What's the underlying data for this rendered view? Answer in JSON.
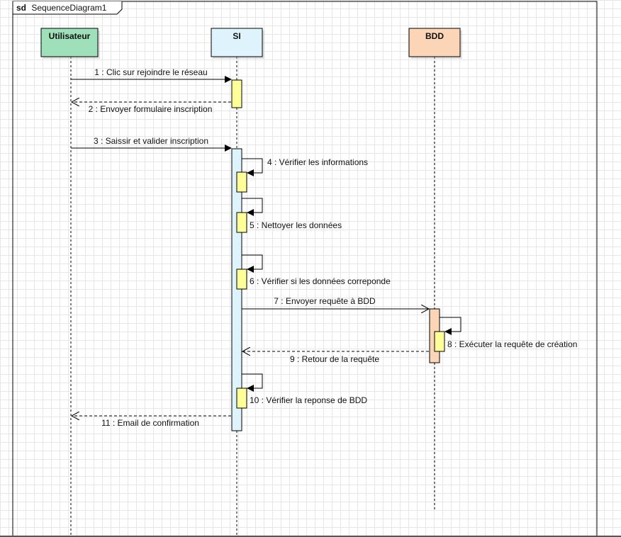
{
  "frame": {
    "kind": "sd",
    "name": "SequenceDiagram1"
  },
  "participants": [
    {
      "id": "user",
      "name": "Utilisateur",
      "color": "#9ee0b9"
    },
    {
      "id": "si",
      "name": "SI",
      "color": "#dff3fd"
    },
    {
      "id": "bdd",
      "name": "BDD",
      "color": "#fbd5b5"
    }
  ],
  "messages": [
    {
      "label": "1 : Clic sur rejoindre le réseau",
      "type": "sync",
      "from": "user",
      "to": "si"
    },
    {
      "label": "2 : Envoyer formulaire inscription",
      "type": "return",
      "from": "si",
      "to": "user"
    },
    {
      "label": "3 : Saissir et valider inscription",
      "type": "sync",
      "from": "user",
      "to": "si"
    },
    {
      "label": "4 : Vérifier les informations",
      "type": "self",
      "from": "si",
      "to": "si"
    },
    {
      "label": "5 : Nettoyer les données",
      "type": "self",
      "from": "si",
      "to": "si"
    },
    {
      "label": "6 : Vérifier si les données correponde",
      "type": "self",
      "from": "si",
      "to": "si"
    },
    {
      "label": "7 : Envoyer requête à BDD",
      "type": "async",
      "from": "si",
      "to": "bdd"
    },
    {
      "label": "8 : Exécuter la requête de création",
      "type": "self",
      "from": "bdd",
      "to": "bdd"
    },
    {
      "label": "9 : Retour de la requête",
      "type": "return",
      "from": "bdd",
      "to": "si"
    },
    {
      "label": "10 : Vérifier la reponse de BDD",
      "type": "self",
      "from": "si",
      "to": "si"
    },
    {
      "label": "11 : Email de confirmation",
      "type": "return",
      "from": "si",
      "to": "user"
    }
  ],
  "colors": {
    "activation_nested": "#ffff99",
    "activation_si": "#dff3fd",
    "activation_bdd": "#fbd5b5",
    "line": "#000000"
  }
}
